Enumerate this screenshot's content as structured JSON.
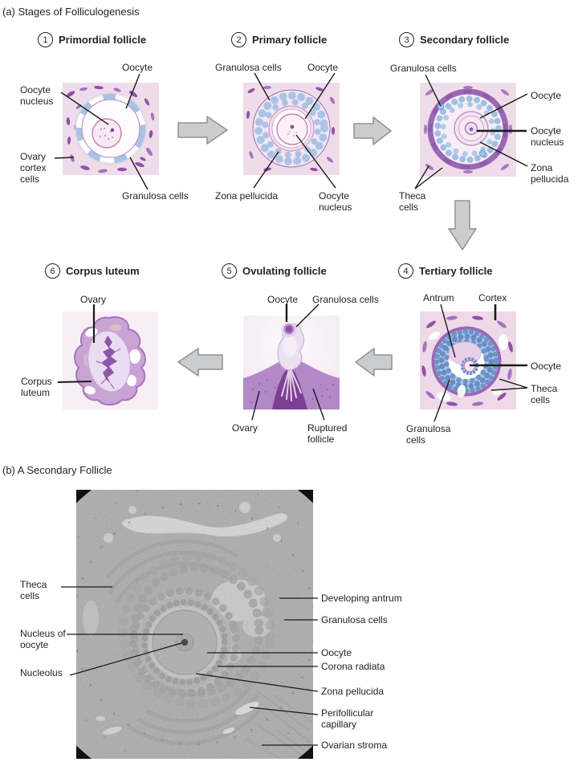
{
  "palette": {
    "text": "#231f20",
    "arrow_fill": "#cbcccd",
    "arrow_stroke": "#8f9193",
    "panel_pink": "#efdceb",
    "purple_cell": "#8f51a7",
    "blue_cell": "#a9c4e6",
    "micrograph_gray": "#a9a9a9"
  },
  "section_a": {
    "heading": "(a) Stages of Folliculogenesis",
    "stages": [
      {
        "number": "1",
        "title": "Primordial follicle"
      },
      {
        "number": "2",
        "title": "Primary follicle"
      },
      {
        "number": "3",
        "title": "Secondary follicle"
      },
      {
        "number": "4",
        "title": "Tertiary follicle"
      },
      {
        "number": "5",
        "title": "Ovulating follicle"
      },
      {
        "number": "6",
        "title": "Corpus luteum"
      }
    ],
    "labels": {
      "s1_oocyte": "Oocyte",
      "s1_oocyte_nucleus": "Oocyte nucleus",
      "s1_ovary_cortex_cells": "Ovary cortex cells",
      "s1_granulosa_cells": "Granulosa cells",
      "s2_granulosa_cells": "Granulosa cells",
      "s2_oocyte": "Oocyte",
      "s2_zona_pellucida": "Zona pellucida",
      "s2_oocyte_nucleus": "Oocyte nucleus",
      "s3_granulosa_cells": "Granulosa cells",
      "s3_oocyte": "Oocyte",
      "s3_oocyte_nucleus": "Oocyte nucleus",
      "s3_zona_pellucida": "Zona pellucida",
      "s3_theca_cells": "Theca cells",
      "s4_antrum": "Antrum",
      "s4_cortex": "Cortex",
      "s4_oocyte": "Oocyte",
      "s4_theca_cells": "Theca cells",
      "s4_granulosa_cells": "Granulosa cells",
      "s5_oocyte": "Oocyte",
      "s5_granulosa_cells": "Granulosa cells",
      "s5_ovary": "Ovary",
      "s5_ruptured_follicle": "Ruptured follicle",
      "s6_ovary": "Ovary",
      "s6_corpus_luteum": "Corpus luteum"
    }
  },
  "section_b": {
    "heading": "(b) A Secondary Follicle",
    "labels": {
      "theca_cells": "Theca cells",
      "nucleus_of_oocyte": "Nucleus of oocyte",
      "nucleolus": "Nucleolus",
      "developing_antrum": "Developing antrum",
      "granulosa_cells": "Granulosa cells",
      "oocyte": "Oocyte",
      "corona_radiata": "Corona radiata",
      "zona_pellucida": "Zona pellucida",
      "perifollicular_capillary": "Perifollicular capillary",
      "ovarian_stroma": "Ovarian stroma"
    }
  }
}
